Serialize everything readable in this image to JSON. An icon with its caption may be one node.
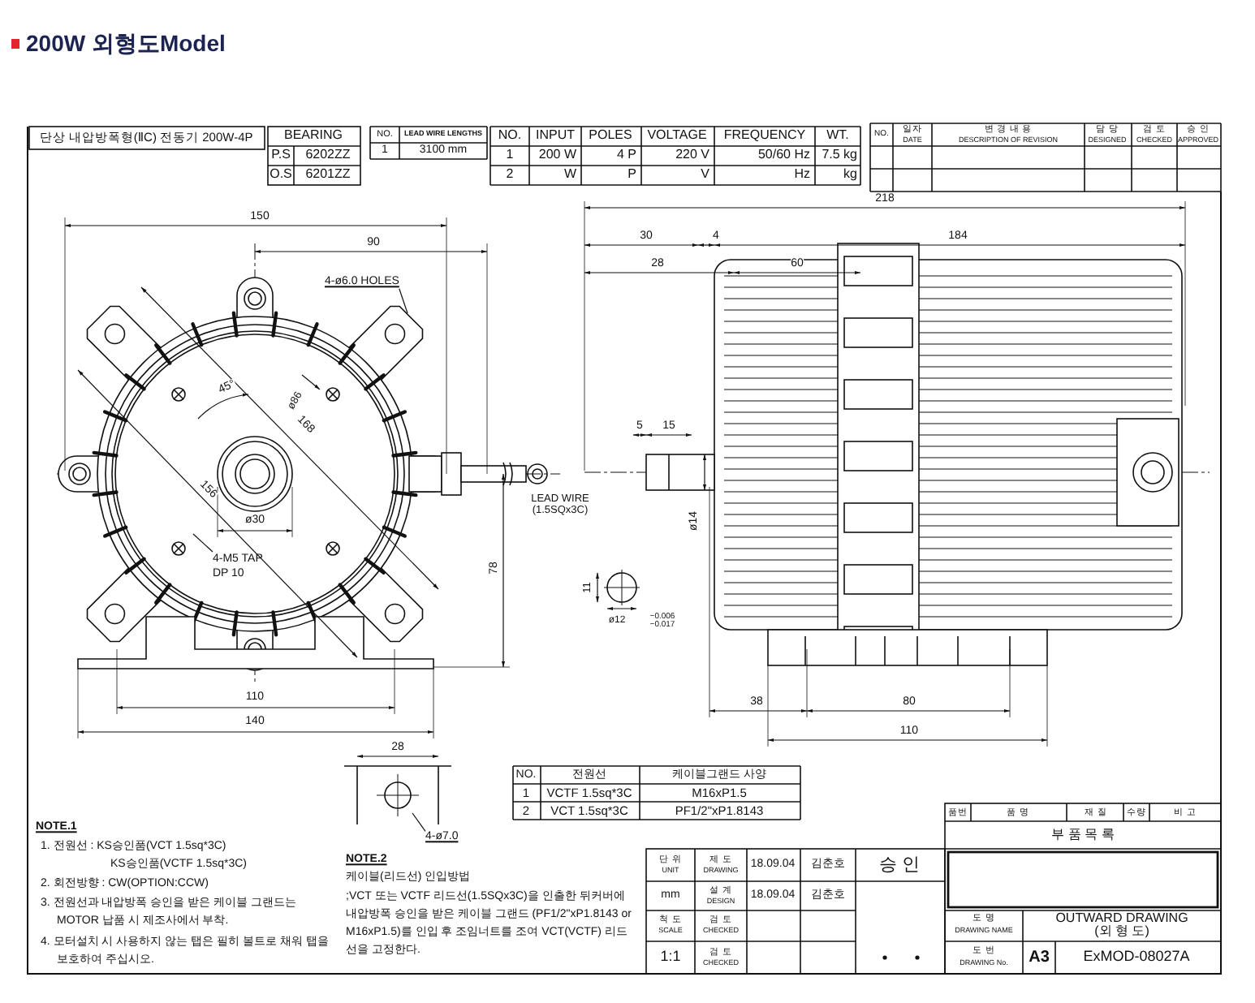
{
  "diagram": {
    "title": "200W 외형도Model",
    "nodes": [
      {
        "text": [
          "4-ø6.0 HOLES"
        ]
      },
      {
        "text": [
          "4-M5 TAP DP 10"
        ]
      },
      {
        "text": [
          "4-ø7.0"
        ]
      }
    ],
    "edges": [
      {
        "from": 0,
        "to": null,
        "arrow": "none"
      },
      {
        "from": 1,
        "to": null,
        "arrow": "none"
      },
      {
        "from": 2,
        "to": null,
        "arrow": "none"
      }
    ],
    "labels": [
      "단상 내압방폭형(ⅡC) 전동기 200W-4P",
      "BEARING",
      "P.S",
      "6202ZZ",
      "O.S",
      "6201ZZ",
      "NO.",
      "LEAD WIRE LENGTHS",
      "1",
      "3100 mm",
      "NO.",
      "INPUT",
      "POLES",
      "VOLTAGE",
      "FREQUENCY",
      "WT.",
      "1",
      "200 W",
      "4 P",
      "220 V",
      "50/60 Hz",
      "7.5 kg",
      "2",
      "W",
      "P",
      "V",
      "Hz",
      "kg",
      "NO.",
      "일자",
      "DATE",
      "변 경 내 용",
      "DESCRIPTION OF REVISION",
      "담 당",
      "DESIGNED",
      "검 토",
      "CHECKED",
      "승 인",
      "APPROVED",
      "150",
      "90",
      "45°",
      "ø86",
      "168",
      "156",
      "ø30",
      "78",
      "110",
      "140",
      "LEAD WIRE (1.5SQx3C)",
      "218",
      "30",
      "4",
      "184",
      "28",
      "60",
      "5",
      "15",
      "ø14",
      "11",
      "ø12",
      "−0.006 −0.017",
      "38",
      "80",
      "110",
      "28",
      "NO.",
      "전원선",
      "케이블그랜드 사양",
      "1",
      "VCTF 1.5sq*3C",
      "M16xP1.5",
      "2",
      "VCT 1.5sq*3C",
      "PF1/2\"xP1.8143",
      "NOTE.1",
      "1. 전원선 : KS승인품(VCT 1.5sq*3C)",
      "KS승인품(VCTF 1.5sq*3C)",
      "2. 회전방향 : CW(OPTION:CCW)",
      "3. 전원선과 내압방폭 승인을 받은 케이블 그랜드는 MOTOR 납품 시 제조사에서 부착.",
      "4. 모터설치 시 사용하지 않는 탭은 필히 볼트로 채워 탭을 보호하여 주십시오.",
      "NOTE.2",
      "케이블(리드선) 인입방법",
      ";VCT 또는 VCTF 리드선(1.5SQx3C)을 인출한 뒤커버에 내압방폭 승인을 받은 케이블 그랜드 (PF1/2\"xP1.8143 or M16xP1.5)를 인입 후 조임너트를 조여 VCT(VCTF) 리드선을 고정한다.",
      "품번",
      "품 명",
      "재 질",
      "수량",
      "비 고",
      "부 품 목 록",
      "단 위",
      "UNIT",
      "제 도",
      "DRAWING",
      "18.09.04",
      "김춘호",
      "승 인",
      "mm",
      "설 계",
      "DESIGN",
      "18.09.04",
      "김춘호",
      "척 도",
      "SCALE",
      "검 토",
      "CHECKED",
      "1:1",
      "검 토",
      "CHECKED",
      "도 명",
      "DRAWING NAME",
      "OUTWARD DRAWING (외 형 도)",
      "도 번",
      "DRAWING No.",
      "A3",
      "ExMOD-08027A"
    ]
  }
}
